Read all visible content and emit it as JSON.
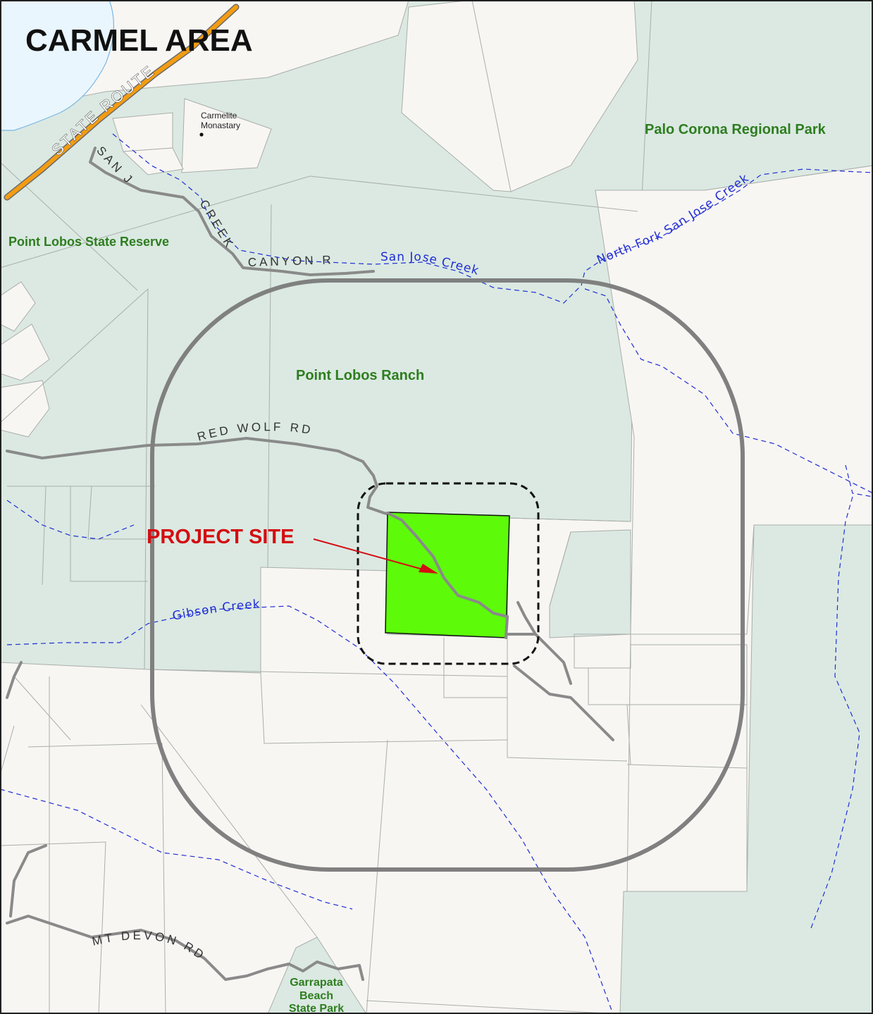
{
  "map": {
    "title": "CARMEL AREA",
    "project_site_label": "PROJECT SITE",
    "colors": {
      "protected_land": "#dbe9e2",
      "private_land": "#f8f6f3",
      "water": "#eaf6fd",
      "parcel_line": "#a9aeaa",
      "road": "#8a8a8a",
      "highway": "#f39c12",
      "creek": "#1f2dd6",
      "project_site": "#5dfb0a",
      "buffer_circle": "#808080",
      "site_label": "#d40d12",
      "park_label": "#2e7d1f"
    },
    "parks": [
      {
        "name": "Palo Corona Regional Park"
      },
      {
        "name": "Point Lobos State Reserve"
      },
      {
        "name": "Point Lobos Ranch"
      }
    ],
    "garrapata": [
      "Garrapata",
      "Beach",
      "State Park"
    ],
    "poi": {
      "line1": "Carmelite",
      "line2": "Monastary"
    },
    "roads": {
      "state_route": "STATE ROUTE",
      "san_jose_creek_canyon": {
        "part1": "SAN JOSE",
        "part2": "CREEK",
        "part3": "CANYON RD."
      },
      "red_wolf": "RED WOLF RD",
      "mt_devon": "MT DEVON RD"
    },
    "creeks": {
      "san_jose": "San Jose Creek",
      "north_fork": "North Fork San Jose Creek",
      "gibson": "Gibson Creek"
    }
  }
}
